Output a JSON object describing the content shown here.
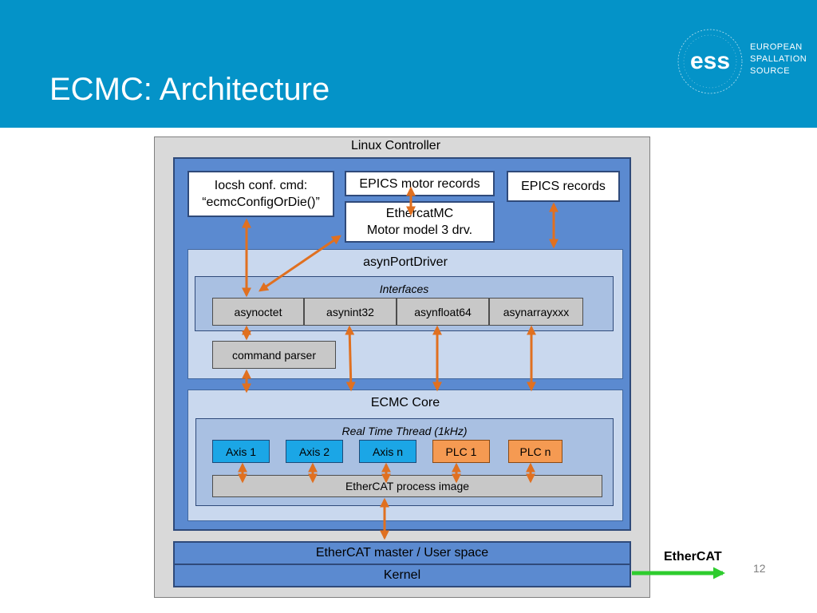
{
  "slide": {
    "title": "ECMC: Architecture",
    "page_number": "12"
  },
  "logo": {
    "mark": "ess",
    "line1": "EUROPEAN",
    "line2": "SPALLATION",
    "line3": "SOURCE"
  },
  "diagram": {
    "linux_controller": "Linux Controller",
    "iocsh_line1": "Iocsh conf. cmd:",
    "iocsh_line2": "“ecmcConfigOrDie()”",
    "epics_motor_records": "EPICS motor records",
    "ethercatmc_line1": "EthercatMC",
    "ethercatmc_line2": "Motor model 3 drv.",
    "epics_records": "EPICS records",
    "asyn_port_driver": "asynPortDriver",
    "interfaces": "Interfaces",
    "interface_items": [
      "asynoctet",
      "asynint32",
      "asynfloat64",
      "asynarrayxxx"
    ],
    "command_parser": "command parser",
    "ecmc_core": "ECMC Core",
    "real_time_thread": "Real Time Thread  (1kHz)",
    "axes": [
      "Axis 1",
      "Axis 2",
      "Axis n"
    ],
    "plcs": [
      "PLC 1",
      "PLC n"
    ],
    "process_image": "EtherCAT process image",
    "master_user_space": "EtherCAT master / User space",
    "kernel": "Kernel",
    "ethercat_bus": "EtherCAT"
  },
  "colors": {
    "header": "#0493c8",
    "arrow": "#e07020",
    "bus_arrow": "#2ecc2e",
    "axis": "#1ba6e6",
    "plc": "#f59a52"
  }
}
